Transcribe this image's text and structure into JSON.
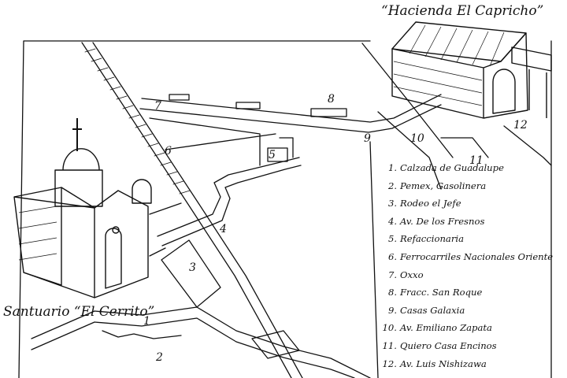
{
  "titles": {
    "hacienda": "“Hacienda El Capricho”",
    "santuario": "Santuario “El Cerrito”"
  },
  "map_numbers": [
    "1",
    "2",
    "3",
    "4",
    "5",
    "6",
    "7",
    "8",
    "9",
    "10",
    "11",
    "12"
  ],
  "legend": [
    {
      "num": "1.",
      "label": "Calzada de Guadalupe"
    },
    {
      "num": "2.",
      "label": "Pemex, Gasolinera"
    },
    {
      "num": "3.",
      "label": "Rodeo el Jefe"
    },
    {
      "num": "4.",
      "label": "Av. De los Fresnos"
    },
    {
      "num": "5.",
      "label": "Refaccionaria"
    },
    {
      "num": "6.",
      "label": "Ferrocarriles Nacionales Oriente"
    },
    {
      "num": "7.",
      "label": "Oxxo"
    },
    {
      "num": "8.",
      "label": "Fracc. San Roque"
    },
    {
      "num": "9.",
      "label": "Casas Galaxia"
    },
    {
      "num": "10.",
      "label": "Av. Emiliano Zapata"
    },
    {
      "num": "11.",
      "label": "Quiero Casa Encinos"
    },
    {
      "num": "12.",
      "label": "Av. Luis Nishizawa"
    }
  ]
}
